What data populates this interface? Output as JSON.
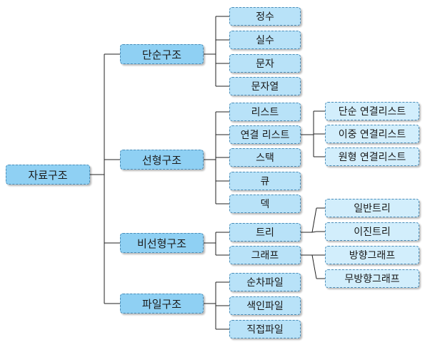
{
  "root": "자료구조",
  "categories": [
    {
      "label": "단순구조",
      "items": [
        {
          "label": "정수"
        },
        {
          "label": "실수"
        },
        {
          "label": "문자"
        },
        {
          "label": "문자열"
        }
      ]
    },
    {
      "label": "선형구조",
      "items": [
        {
          "label": "리스트"
        },
        {
          "label": "연결 리스트",
          "children": [
            "단순 연결리스트",
            "이중 연결리스트",
            "원형 연결리스트"
          ]
        },
        {
          "label": "스택"
        },
        {
          "label": "큐"
        },
        {
          "label": "덱"
        }
      ]
    },
    {
      "label": "비선형구조",
      "items": [
        {
          "label": "트리",
          "children": [
            "일반트리",
            "이진트리"
          ]
        },
        {
          "label": "그래프",
          "children": [
            "방향그래프",
            "무방향그래프"
          ]
        }
      ]
    },
    {
      "label": "파일구조",
      "items": [
        {
          "label": "순차파일"
        },
        {
          "label": "색인파일"
        },
        {
          "label": "직접파일"
        }
      ]
    }
  ],
  "colors": {
    "line": "#222222",
    "border": "#4a8db8",
    "level1_fill": "#8fd0f3",
    "level2_fill": "#d2eefc"
  }
}
